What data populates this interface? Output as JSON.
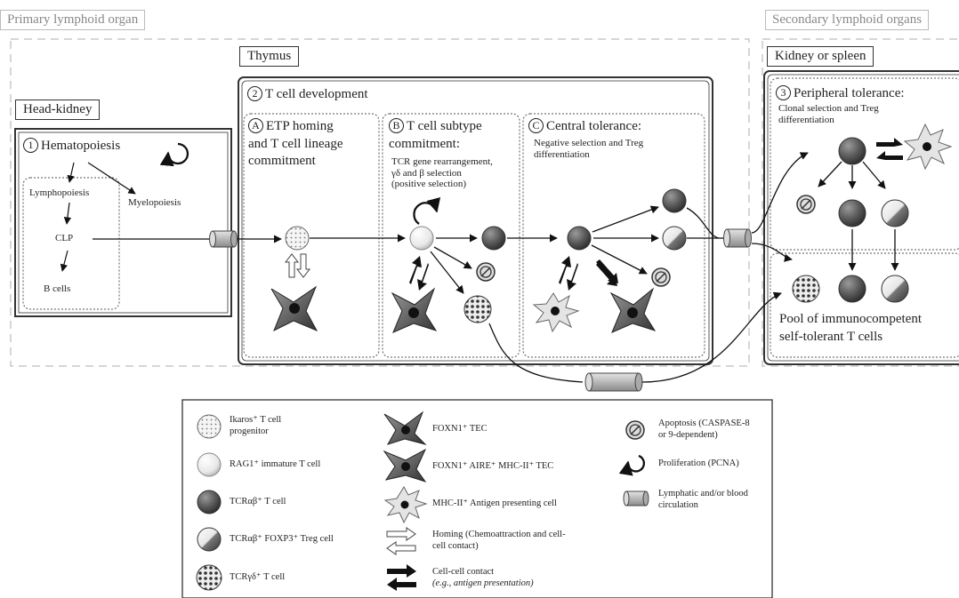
{
  "regions": {
    "primary": "Primary lymphoid organ",
    "secondary": "Secondary lymphoid organs"
  },
  "organs": {
    "thymus": "Thymus",
    "head_kidney": "Head-kidney",
    "kidney_spleen": "Kidney or spleen"
  },
  "stages": {
    "s1": {
      "num": "1",
      "title": "Hematopoiesis"
    },
    "s2": {
      "num": "2",
      "title": "T cell development"
    },
    "s3": {
      "num": "3",
      "title_a": "Peripheral tolerance:",
      "sub1": "Clonal selection and Treg",
      "sub2": "differentiation"
    }
  },
  "hematopoiesis": {
    "lymphopoiesis": "Lymphopoiesis",
    "myelopoiesis": "Myelopoiesis",
    "clp": "CLP",
    "bcells": "B cells"
  },
  "substages": {
    "A": {
      "letter": "A",
      "line1": "ETP homing",
      "line2": "and T cell lineage",
      "line3": "commitment"
    },
    "B": {
      "letter": "B",
      "line1": "T cell subtype",
      "line2": "commitment:",
      "sub1": "TCR gene rearrangement,",
      "sub2": "γδ  and β selection",
      "sub3": "(positive selection)"
    },
    "C": {
      "letter": "C",
      "line1": "Central tolerance:",
      "sub1": "Negative selection and Treg",
      "sub2": "differentiation"
    }
  },
  "pool": {
    "line1": "Pool of immunocompetent",
    "line2": "self-tolerant T cells"
  },
  "legend": {
    "ikaros_a": "Ikaros⁺ T cell",
    "ikaros_b": "progenitor",
    "rag1": "RAG1⁺ immature T cell",
    "tcrab": "TCRαβ⁺ T cell",
    "treg": "TCRαβ⁺ FOXP3⁺ Treg cell",
    "tcrgd": "TCRγδ⁺ T cell",
    "foxn1": "FOXN1⁺ TEC",
    "aire": "FOXN1⁺ AIRE⁺ MHC-II⁺ TEC",
    "apc": "MHC-II⁺ Antigen presenting cell",
    "homing_a": "Homing (Chemoattraction and cell-",
    "homing_b": "cell contact)",
    "contact_a": "Cell-cell contact",
    "contact_b": "(e.g., antigen presentation)",
    "apoptosis_a": "Apoptosis (CASPASE-8",
    "apoptosis_b": "or 9-dependent)",
    "prolif": "Proliferation (PCNA)",
    "circ_a": "Lymphatic and/or blood",
    "circ_b": "circulation"
  },
  "colors": {
    "dashed": "#c8c8c8",
    "border": "#333333",
    "dark_cell": "#555555"
  }
}
